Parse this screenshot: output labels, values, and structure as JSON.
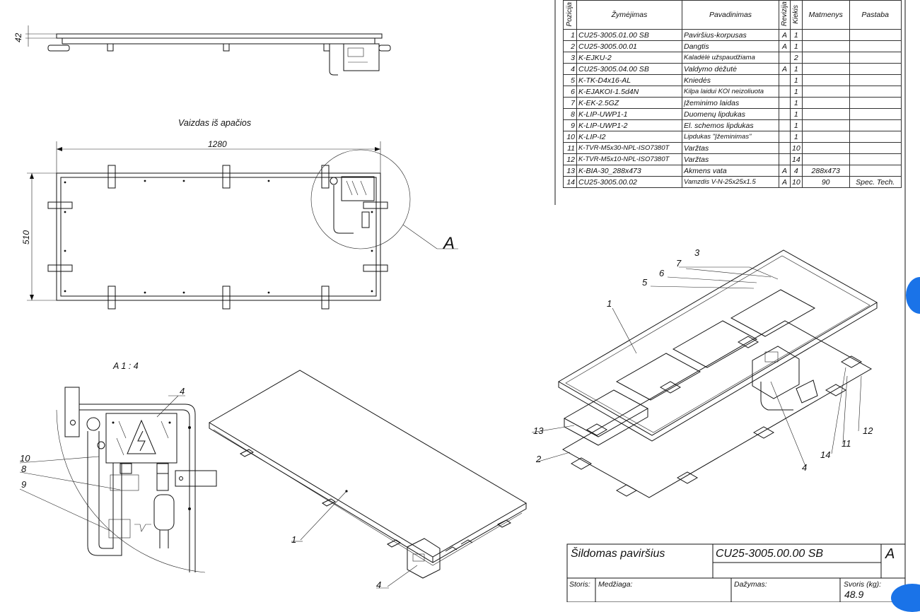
{
  "bom": {
    "headers": {
      "position": "Pozicija",
      "designation": "Žymėjimas",
      "name": "Pavadinimas",
      "revision": "Revizija",
      "quantity": "Kiekis",
      "dimensions": "Matmenys",
      "note": "Pastaba"
    },
    "rows": [
      {
        "pos": "1",
        "code": "CU25-3005.01.00 SB",
        "name": "Paviršius-korpusas",
        "rev": "A",
        "qty": "1",
        "dim": "",
        "note": ""
      },
      {
        "pos": "2",
        "code": "CU25-3005.00.01",
        "name": "Dangtis",
        "rev": "A",
        "qty": "1",
        "dim": "",
        "note": ""
      },
      {
        "pos": "3",
        "code": "K-EJKU-2",
        "name": "Kaladėlė užspaudžiama",
        "rev": "",
        "qty": "2",
        "dim": "",
        "note": ""
      },
      {
        "pos": "4",
        "code": "CU25-3005.04.00 SB",
        "name": "Valdymo dėžutė",
        "rev": "A",
        "qty": "1",
        "dim": "",
        "note": ""
      },
      {
        "pos": "5",
        "code": "K-TK-D4x16-AL",
        "name": "Kniedės",
        "rev": "",
        "qty": "1",
        "dim": "",
        "note": ""
      },
      {
        "pos": "6",
        "code": "K-EJAKOI-1.5d4N",
        "name": "Kilpa laidui KOI neizoliuota",
        "rev": "",
        "qty": "1",
        "dim": "",
        "note": ""
      },
      {
        "pos": "7",
        "code": "K-EK-2.5GZ",
        "name": "Įžeminimo laidas",
        "rev": "",
        "qty": "1",
        "dim": "",
        "note": ""
      },
      {
        "pos": "8",
        "code": "K-LIP-UWP1-1",
        "name": "Duomenų lipdukas",
        "rev": "",
        "qty": "1",
        "dim": "",
        "note": ""
      },
      {
        "pos": "9",
        "code": "K-LIP-UWP1-2",
        "name": "El. schemos lipdukas",
        "rev": "",
        "qty": "1",
        "dim": "",
        "note": ""
      },
      {
        "pos": "10",
        "code": "K-LIP-I2",
        "name": "Lipdukas \"Įžeminimas\"",
        "rev": "",
        "qty": "1",
        "dim": "",
        "note": ""
      },
      {
        "pos": "11",
        "code": "K-TVR-M5x30-NPL-ISO7380T",
        "name": "Varžtas",
        "rev": "",
        "qty": "10",
        "dim": "",
        "note": ""
      },
      {
        "pos": "12",
        "code": "K-TVR-M5x10-NPL-ISO7380T",
        "name": "Varžtas",
        "rev": "",
        "qty": "14",
        "dim": "",
        "note": ""
      },
      {
        "pos": "13",
        "code": "K-BIA-30_288x473",
        "name": "Akmens vata",
        "rev": "A",
        "qty": "4",
        "dim": "288x473",
        "note": ""
      },
      {
        "pos": "14",
        "code": "CU25-3005.00.02",
        "name": "Vamzdis V-N-25x25x1.5",
        "rev": "A",
        "qty": "10",
        "dim": "90",
        "note": "Spec. Tech."
      }
    ]
  },
  "title_block": {
    "title": "Šildomas paviršius",
    "drawing_number": "CU25-3005.00.00 SB",
    "revision": "A",
    "thickness_label": "Storis:",
    "material_label": "Medžiaga:",
    "paint_label": "Dažymas:",
    "weight_label": "Svoris (kg):",
    "weight_value": "48.9"
  },
  "views": {
    "side_height_dim": "42",
    "bottom_view_title": "Vaizdas iš apačios",
    "bottom_width_dim": "1280",
    "bottom_height_dim": "510",
    "detail_callout": "A",
    "detail_title": "A 1 : 4",
    "detail_labels": [
      "4",
      "10",
      "8",
      "9"
    ],
    "iso_labels": [
      "1",
      "4"
    ],
    "exploded_labels": [
      "3",
      "7",
      "6",
      "5",
      "1",
      "13",
      "2",
      "4",
      "14",
      "11",
      "12"
    ]
  },
  "colors": {
    "line": "#111111",
    "accent_tab": "#1a73e8"
  }
}
